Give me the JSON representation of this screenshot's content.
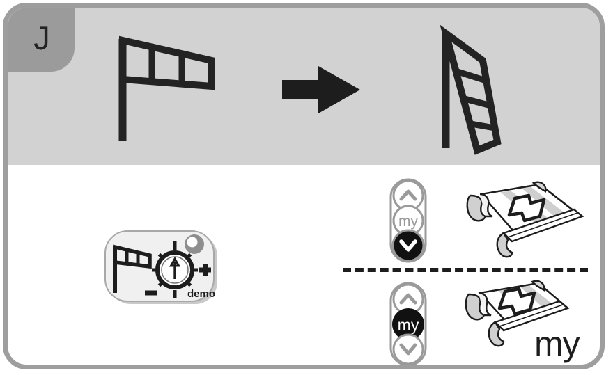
{
  "page": {
    "step_letter": "J",
    "type": "instruction-step-diagram",
    "background_band_color": "#d2d2d2",
    "frame_border_color": "#9e9e9e",
    "badge_color": "#9b9b9b"
  },
  "top_panel": {
    "left_icon": {
      "name": "windsock-full-wind-icon",
      "description": "windsock extended horizontally, three segments, strong wind"
    },
    "transition": {
      "name": "right-arrow-icon",
      "description": "solid black arrow pointing right"
    },
    "right_icon": {
      "name": "windsock-no-wind-icon",
      "description": "windsock hanging down, four segments, no wind"
    }
  },
  "bottom_panel": {
    "sensor": {
      "name": "wind-sensor-device",
      "windsock_label": "windsock-icon",
      "led_label": "status-led",
      "knob_label": "sensitivity-knob",
      "knob_arrow": "up-arrow",
      "plus_label": "+",
      "minus_label": "–",
      "demo_label": "demo"
    },
    "rows": [
      {
        "id": "row-down",
        "remote": {
          "name": "situo-remote",
          "buttons": [
            {
              "key": "up",
              "label": "▲",
              "icon": "chevron-up-icon",
              "active": false
            },
            {
              "key": "my",
              "label": "my",
              "icon": "my-button",
              "active": false
            },
            {
              "key": "down",
              "label": "▼",
              "icon": "chevron-down-icon",
              "active": true
            }
          ]
        },
        "result": {
          "name": "awning-fully-extended",
          "arrow": "down-arrow-icon",
          "caption": ""
        }
      },
      {
        "id": "row-my",
        "remote": {
          "name": "situo-remote",
          "buttons": [
            {
              "key": "up",
              "label": "▲",
              "icon": "chevron-up-icon",
              "active": false
            },
            {
              "key": "my",
              "label": "my",
              "icon": "my-button",
              "active": true
            },
            {
              "key": "down",
              "label": "▼",
              "icon": "chevron-down-icon",
              "active": false
            }
          ]
        },
        "result": {
          "name": "awning-my-position",
          "arrow": "down-arrow-icon",
          "caption": "my"
        }
      }
    ],
    "divider": {
      "name": "dashed-divider",
      "style": "dashed"
    }
  },
  "colors": {
    "ink": "#232323",
    "gray_outline": "#9a9a9a",
    "band": "#d2d2d2",
    "fabric_stripe": "#cfcfcf",
    "device_fill": "#f0f0f0"
  }
}
